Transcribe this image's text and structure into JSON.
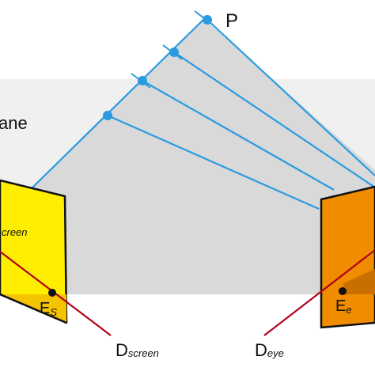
{
  "labels": {
    "plane_fragment": "ane",
    "point": "P",
    "screen_fragment": "creen",
    "e_main": "E",
    "e_screen_sub": "S",
    "e_eye_sub": "e",
    "d_main": "D",
    "d_screen_sub": "screen",
    "d_eye_sub": "eye"
  },
  "colors": {
    "plane_band": "#f0f0f0",
    "fan_fill": "#d9d9d9",
    "ray": "#2a9be0",
    "screen_panel": "#ffee00",
    "screen_shadow": "#f5c400",
    "eye_panel": "#f08c00",
    "eye_shadow": "#c96f00",
    "direction_line": "#b3001b",
    "outline": "#111111"
  }
}
